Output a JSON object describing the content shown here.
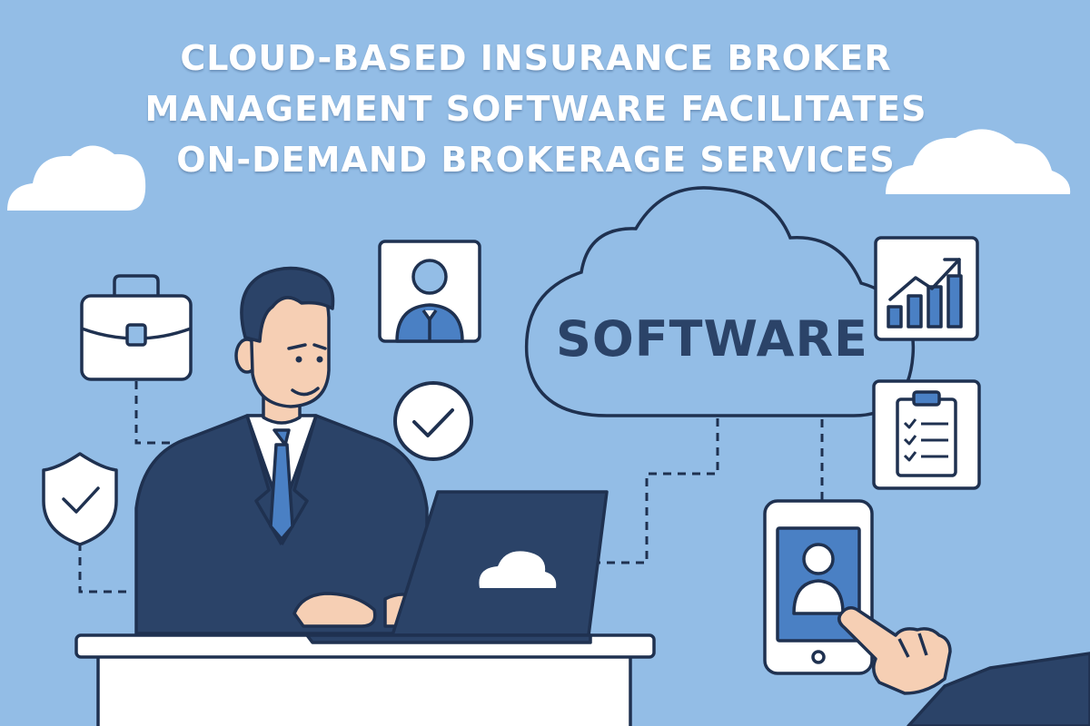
{
  "headline": {
    "line1": "CLOUD-BASED INSURANCE BROKER",
    "line2": "MANAGEMENT SOFTWARE FACILITATES",
    "line3": "ON-DEMAND BROKERAGE SERVICES"
  },
  "cloud": {
    "label": "SOFTWARE"
  },
  "colors": {
    "background": "#93bde6",
    "outline": "#1f3150",
    "suit": "#2b4368",
    "tie": "#4a80c4",
    "skin": "#f6cfb4",
    "white": "#ffffff"
  },
  "icons": [
    "briefcase-icon",
    "profile-card-icon",
    "checkmark-icon",
    "shield-check-icon",
    "chart-icon",
    "clipboard-icon",
    "smartphone-user-icon",
    "laptop-cloud-icon"
  ]
}
